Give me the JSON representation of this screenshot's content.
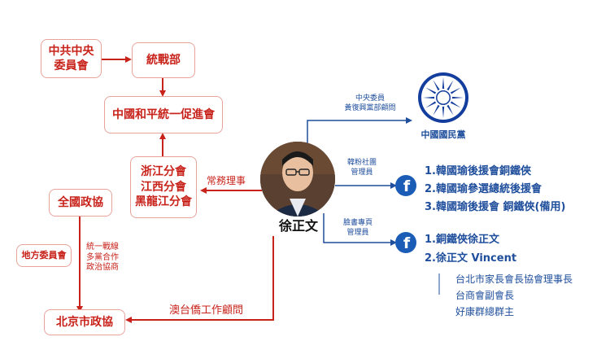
{
  "china_side": {
    "ccp_central_committee": [
      "中共中央",
      "委員會"
    ],
    "united_front_dept": "統戰部",
    "peaceful_reunification": "中國和平統一促進會",
    "branches": [
      "浙江分會",
      "江西分會",
      "黑龍江分會"
    ],
    "national_cppcc": "全國政協",
    "local_committee": "地方委員會",
    "beijing_cppcc": "北京市政協",
    "standing_director_label": "常務理事",
    "united_front_note": [
      "統一戰線",
      "多黨合作",
      "政治協商"
    ],
    "hk_macau_adviser_label": "澳台僑工作顧問"
  },
  "person": {
    "name": "徐正文"
  },
  "kmt": {
    "role_lines": [
      "中央委員",
      "黃復興黨部顧問"
    ],
    "name": "中國國民黨"
  },
  "fan_groups": {
    "role_lines": [
      "韓粉社團",
      "管理員"
    ],
    "items": [
      "1.韓國瑜後援會銅鐵俠",
      "2.韓國瑜參選總統後援會",
      "3.韓國瑜後援會 銅鐵俠(備用)"
    ]
  },
  "fan_pages": {
    "role_lines": [
      "臉書專頁",
      "管理員"
    ],
    "items": [
      "1.銅鐵俠徐正文",
      "2.徐正文 Vincent"
    ]
  },
  "other_roles": [
    "台北市家長會長協會理事長",
    "台商會副會長",
    "好康群總群主"
  ],
  "colors": {
    "red": "#c8231b",
    "red_border": "#e8a49a",
    "blue": "#1f4e9c",
    "facebook": "#1a5cb6",
    "kmt_blue": "#143e9e"
  }
}
